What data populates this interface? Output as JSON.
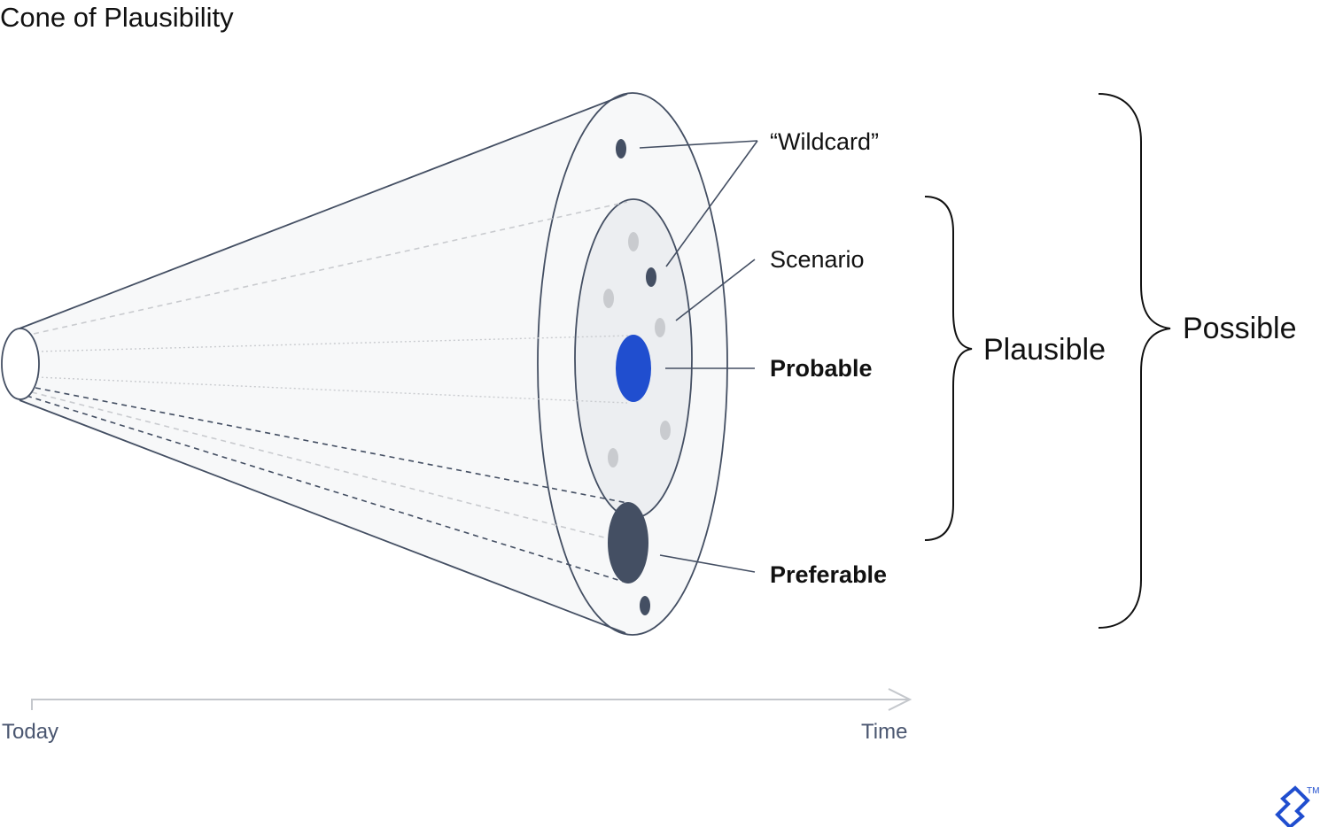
{
  "title": "Cone of Plausibility",
  "labels": {
    "wildcard": "“Wildcard”",
    "scenario": "Scenario",
    "probable": "Probable",
    "preferable": "Preferable"
  },
  "braces": {
    "plausible": "Plausible",
    "possible": "Possible"
  },
  "axis": {
    "start": "Today",
    "end": "Time"
  },
  "logo": {
    "icon": "toptal-logo-icon",
    "trademark": "TM"
  },
  "colors": {
    "outline": "#444f63",
    "probable": "#204ecf",
    "preferable": "#444f63",
    "scenario_dots": "#c9cbcf",
    "inner_fill": "#eceef1",
    "cone_fill": "#f7f8f9",
    "axis": "#c4c7cc",
    "axis_text": "#4a5670"
  }
}
